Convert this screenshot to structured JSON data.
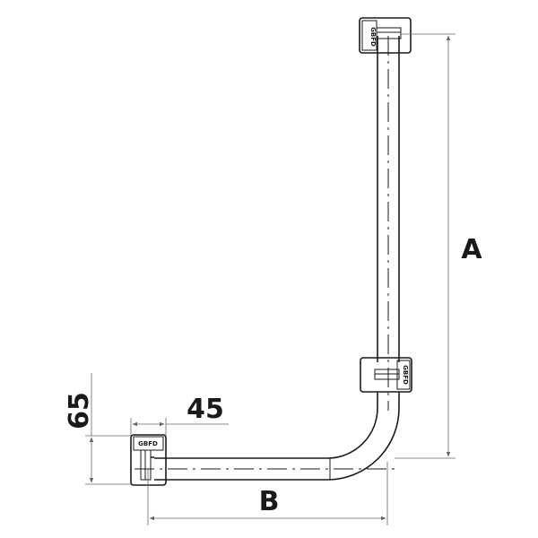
{
  "dimensions": {
    "a": "A",
    "b": "B",
    "d65": "65",
    "d45": "45"
  },
  "logo": {
    "text": "GBFD"
  },
  "colors": {
    "line": "#1a1a1a",
    "dimension_line": "#666666",
    "background": "#ffffff"
  }
}
